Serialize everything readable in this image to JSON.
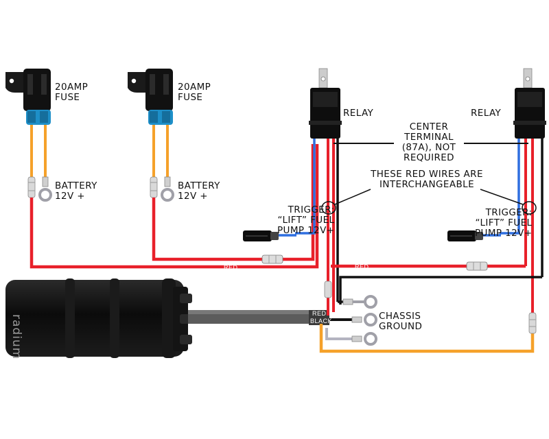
{
  "fuses": [
    {
      "line1": "20AMP",
      "line2": "FUSE"
    },
    {
      "line1": "20AMP",
      "line2": "FUSE"
    }
  ],
  "battery": [
    {
      "line1": "BATTERY",
      "line2": "12V +"
    },
    {
      "line1": "BATTERY",
      "line2": "12V +"
    }
  ],
  "relays": [
    {
      "label": "RELAY"
    },
    {
      "label": "RELAY"
    }
  ],
  "center_terminal": {
    "line1": "CENTER",
    "line2": "TERMINAL",
    "line3": "(87A), NOT",
    "line4": "REQUIRED"
  },
  "interchangeable": {
    "line1": "THESE RED WIRES ARE",
    "line2": "INTERCHANGEABLE"
  },
  "triggers": [
    {
      "line1": "TRIGGER:",
      "line2": "“LIFT” FUEL",
      "line3": "PUMP 12V+"
    },
    {
      "line1": "TRIGGER:",
      "line2": "“LIFT” FUEL",
      "line3": "PUMP 12V+"
    }
  ],
  "chassis": {
    "line1": "CHASSIS",
    "line2": "GROUND"
  },
  "wire_labels": {
    "red_left": "RED",
    "red_right": "RED",
    "pump_red": "RED",
    "pump_black": "BLACK"
  },
  "pump": {
    "brand": "radium"
  },
  "colors": {
    "red_wire": "#e8202a",
    "orange_wire": "#f5a12a",
    "blue_wire": "#2f6fe0",
    "black_wire": "#111111",
    "gray_wire": "#b4b4c0",
    "fuse_blue": "#1e8fc8",
    "body_black": "#0c0c0c"
  }
}
